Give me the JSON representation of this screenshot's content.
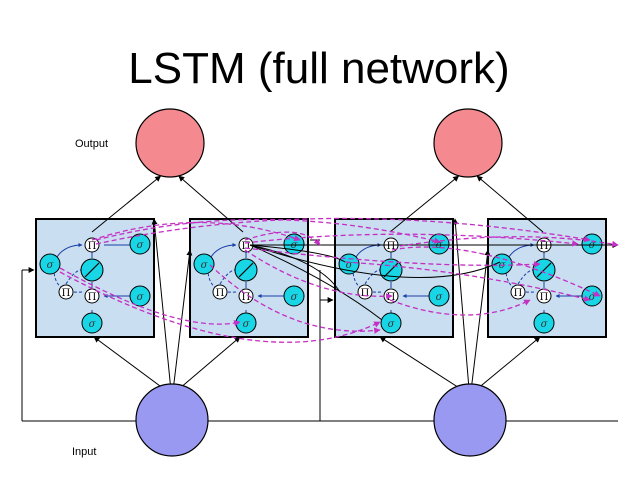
{
  "slide": {
    "title": "LSTM (full network)",
    "output_label": "Output",
    "input_label": "Input"
  },
  "symbols": {
    "product": "Π",
    "sigmoid": "σ"
  },
  "colors": {
    "output_node": "#f48a8f",
    "input_node": "#9999f2",
    "block_fill": "#c9def1",
    "gate_node": "#19d6e6",
    "dashed_connection": "#c42fc4",
    "inner_connection": "#1a3ea8"
  }
}
